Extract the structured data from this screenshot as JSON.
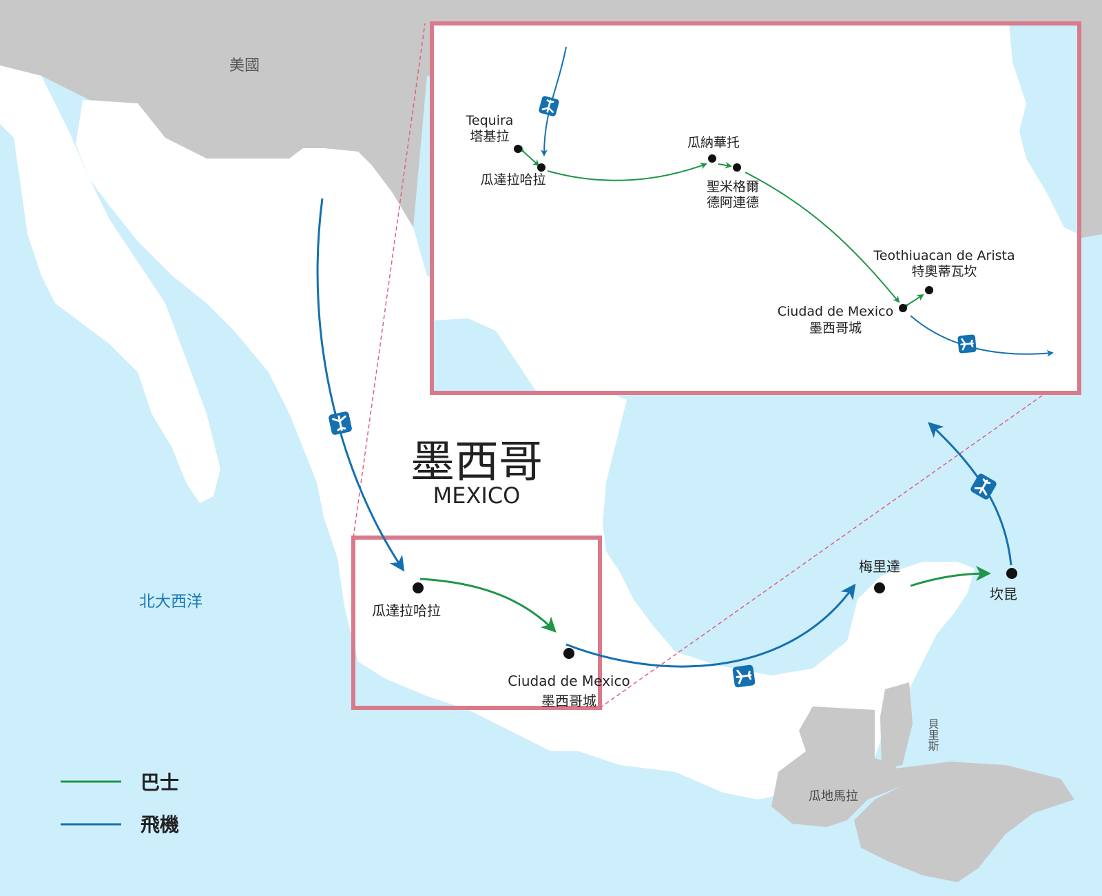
{
  "map": {
    "country_title": {
      "zh": "墨西哥",
      "en": "MEXICO"
    },
    "labels": {
      "usa": "美國",
      "ocean": "北大西洋",
      "guatemala": "瓜地馬拉",
      "belize": "貝里斯"
    },
    "cities": {
      "guadalajara": "瓜達拉哈拉",
      "mexico_city_en": "Ciudad de Mexico",
      "mexico_city_zh": "墨西哥城",
      "merida": "梅里達",
      "cancun": "坎昆"
    }
  },
  "inset": {
    "cities": {
      "tequila_en": "Tequira",
      "tequila_zh": "塔基拉",
      "guadalajara": "瓜達拉哈拉",
      "guanajuato": "瓜納華托",
      "san_miguel_1": "聖米格爾",
      "san_miguel_2": "德阿連德",
      "teotihuacan_en": "Teothiuacan de Arista",
      "teotihuacan_zh": "特奧蒂瓦坎",
      "mexico_city_en": "Ciudad de Mexico",
      "mexico_city_zh": "墨西哥城"
    }
  },
  "legend": {
    "bus": "巴士",
    "plane": "飛機"
  },
  "colors": {
    "bus": "#1e9648",
    "plane": "#1570b0",
    "water": "#cdeefb",
    "land": "#ffffff",
    "neighbor_land": "#c8c8c8",
    "highlight_frame": "#d97a8b"
  },
  "icons": [
    "airplane-icon",
    "arrowhead-icon",
    "city-dot-icon"
  ]
}
